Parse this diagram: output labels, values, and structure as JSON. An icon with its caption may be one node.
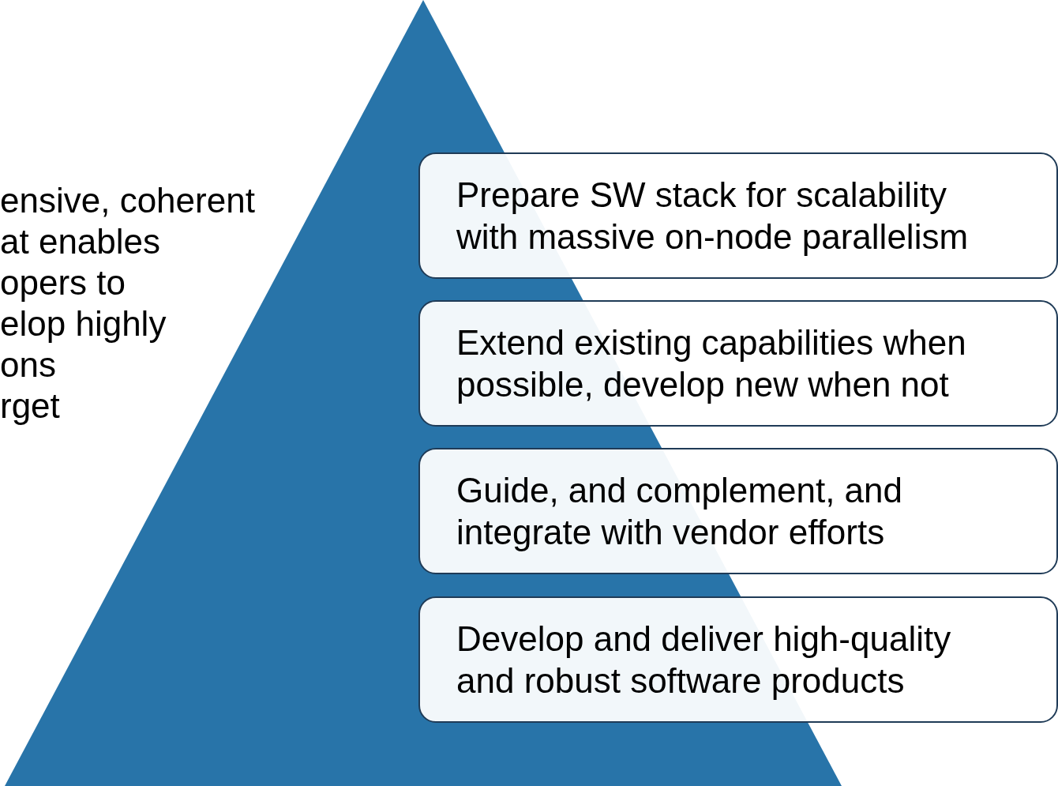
{
  "diagram": {
    "nodes": [
      {
        "text": [
          "Prepare SW stack for scalability with massive on-node parallelism"
        ]
      },
      {
        "text": [
          "Extend existing capabilities when possible, develop new when not"
        ]
      },
      {
        "text": [
          "Guide, and complement, and integrate with vendor efforts"
        ]
      },
      {
        "text": [
          "Develop and deliver high-quality and robust software products"
        ]
      }
    ],
    "edges": [],
    "labels": [
      "ensive, coherent",
      "at enables",
      "opers to",
      "elop highly",
      "ons",
      "rget"
    ]
  }
}
